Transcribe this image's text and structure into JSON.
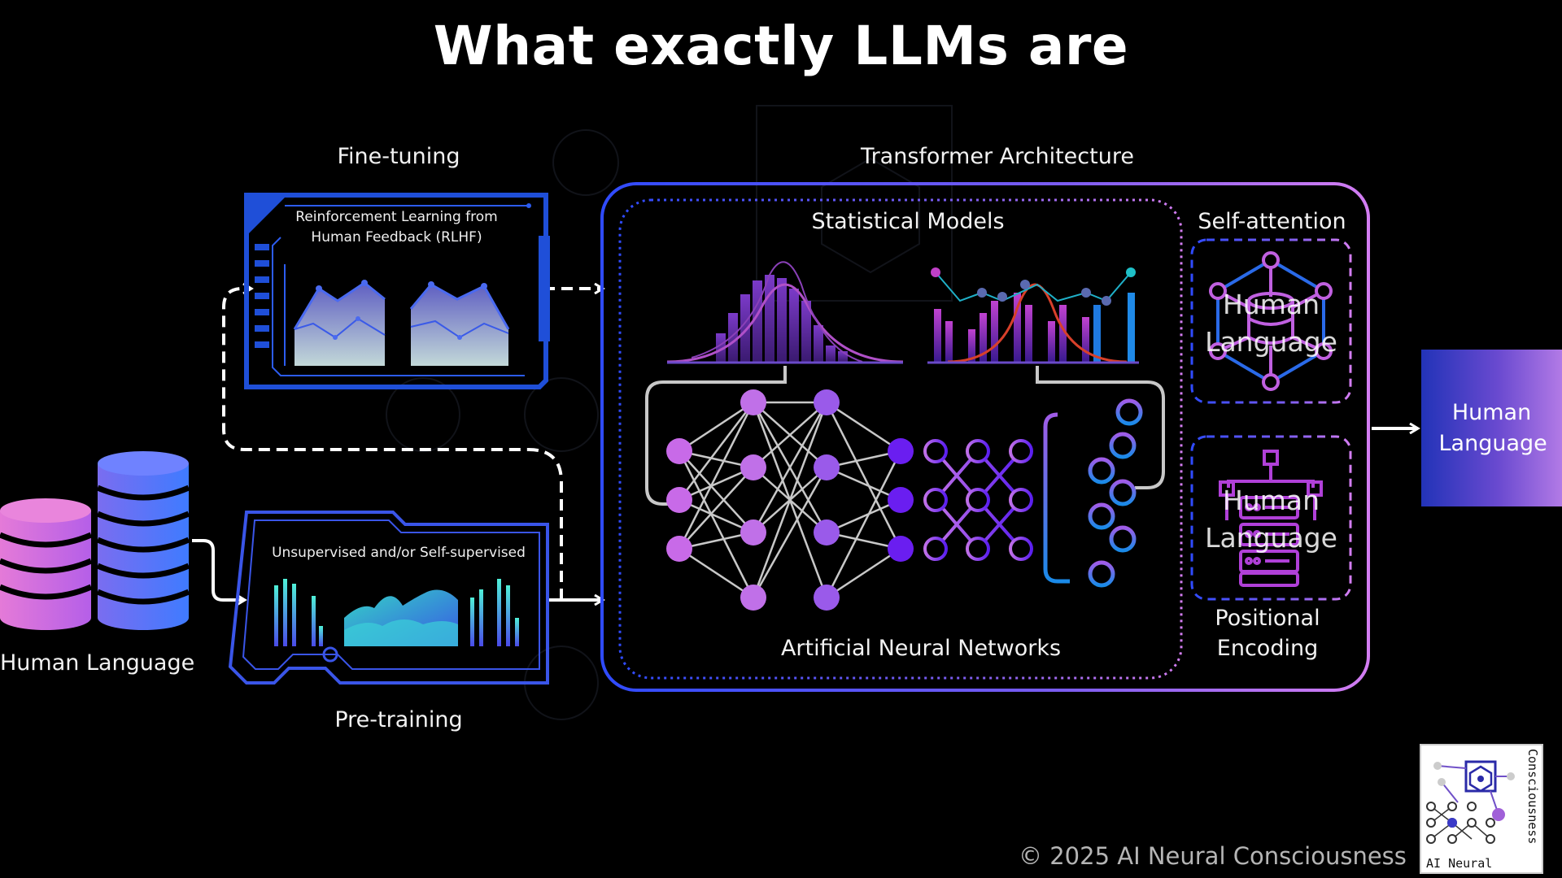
{
  "title": "What exactly LLMs are",
  "finetuning": {
    "heading": "Fine-tuning",
    "panel_text": "Reinforcement Learning from Human Feedback (RLHF)"
  },
  "pretraining": {
    "heading": "Pre-training",
    "panel_text": "Unsupervised and/or Self-supervised"
  },
  "input": {
    "label": "Human Language"
  },
  "transformer": {
    "heading": "Transformer Architecture",
    "statistical_models": "Statistical Models",
    "neural_networks": "Artificial Neural Networks",
    "self_attention": "Self-attention",
    "positional_encoding": "Positional Encoding",
    "self_attention_overlay": "Human Language",
    "positional_overlay": "Human Language"
  },
  "output": {
    "label": "Human Language"
  },
  "footer": {
    "copyright": "© 2025  AI Neural Consciousness",
    "logo_vertical": "Consciousness",
    "logo_horizontal": "AI Neural"
  },
  "colors": {
    "accent_blue": "#2f5bff",
    "accent_purple": "#b05ce8",
    "pink": "#e070e0"
  }
}
